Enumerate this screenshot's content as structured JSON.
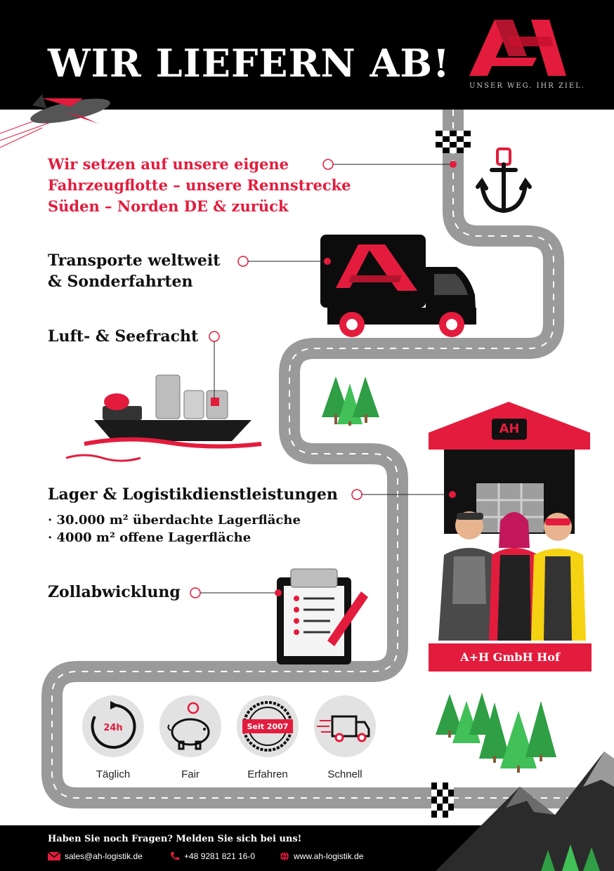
{
  "header": {
    "headline": "WIR LIEFERN AB!",
    "logo_letters": "AH",
    "tagline": "UNSER WEG. IHR ZIEL."
  },
  "services": {
    "fleet": {
      "line1": "Wir setzen auf unsere eigene",
      "line2": "Fahrzeugflotte – unsere Rennstrecke",
      "line3": "Süden – Norden DE & zurück"
    },
    "transport": {
      "line1": "Transporte weltweit",
      "line2": "& Sonderfahrten"
    },
    "freight": "Luft- & Seefracht",
    "warehouse": {
      "title": "Lager & Logistikdienstleistungen",
      "bullet1": "· 30.000 m² überdachte Lagerfläche",
      "bullet2": "· 4000 m² offene Lagerfläche"
    },
    "customs": "Zollabwicklung"
  },
  "warehouse_label": "A+H GmbH Hof",
  "warehouse_roof_logo": "AH",
  "features": [
    {
      "icon": "clock-24h-icon",
      "badge": "24h",
      "label": "Täglich"
    },
    {
      "icon": "piggy-bank-icon",
      "label": "Fair"
    },
    {
      "icon": "seal-badge-icon",
      "badge": "Seit 2007",
      "label": "Erfahren"
    },
    {
      "icon": "fast-van-icon",
      "label": "Schnell"
    }
  ],
  "footer": {
    "question": "Haben Sie noch Fragen? Melden Sie sich bei uns!",
    "email": "sales@ah-logistik.de",
    "phone": "+48 9281 821 16-0",
    "web": "www.ah-logistik.de"
  },
  "colors": {
    "accent": "#e31c3d",
    "dark": "#000000",
    "road": "#9a9a9a"
  }
}
